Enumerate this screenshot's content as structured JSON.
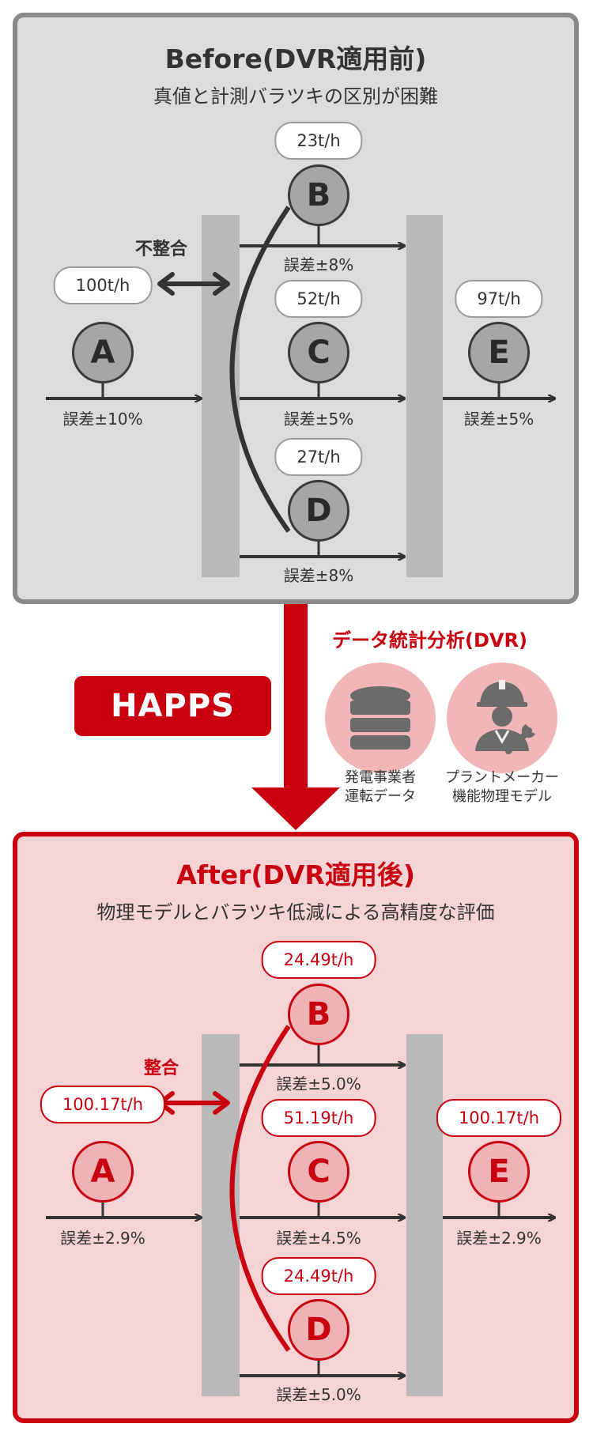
{
  "before": {
    "title": "Before(DVR適用前)",
    "subtitle": "真値と計測バラツキの区別が困難",
    "mismatch_label": "不整合",
    "nodes": {
      "A": "A",
      "B": "B",
      "C": "C",
      "D": "D",
      "E": "E"
    },
    "flows": {
      "A": "100t/h",
      "B": "23t/h",
      "C": "52t/h",
      "D": "27t/h",
      "E": "97t/h"
    },
    "errors": {
      "A": "誤差±10%",
      "B": "誤差±8%",
      "C": "誤差±5%",
      "D": "誤差±8%",
      "E": "誤差±5%"
    }
  },
  "middle": {
    "button_label": "HAPPS",
    "dvr_title": "データ統計分析(DVR)",
    "sources": [
      {
        "icon": "database-icon",
        "line1": "発電事業者",
        "line2": "運転データ"
      },
      {
        "icon": "engineer-icon",
        "line1": "プラントメーカー",
        "line2": "機能物理モデル"
      }
    ]
  },
  "after": {
    "title": "After(DVR適用後)",
    "subtitle": "物理モデルとバラツキ低減による高精度な評価",
    "match_label": "整合",
    "nodes": {
      "A": "A",
      "B": "B",
      "C": "C",
      "D": "D",
      "E": "E"
    },
    "flows": {
      "A": "100.17t/h",
      "B": "24.49t/h",
      "C": "51.19t/h",
      "D": "24.49t/h",
      "E": "100.17t/h"
    },
    "errors": {
      "A": "誤差±2.9%",
      "B": "誤差±5.0%",
      "C": "誤差±4.5%",
      "D": "誤差±5.0%",
      "E": "誤差±2.9%"
    }
  },
  "colors": {
    "accent": "#c8000f",
    "gray_border": "#8a8a8a",
    "before_bg": "#dcdcdc",
    "after_bg": "#f6d4d5"
  }
}
